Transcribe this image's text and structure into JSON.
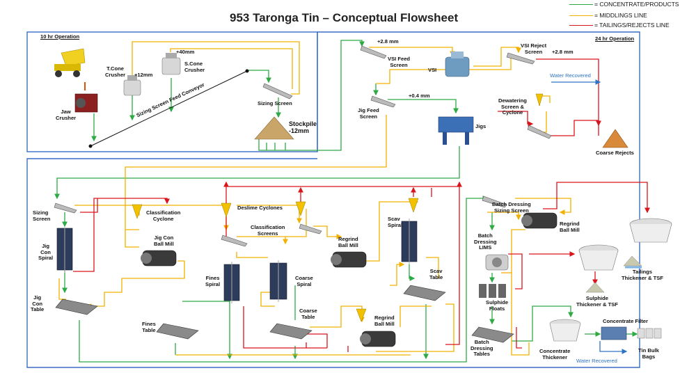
{
  "title": "953 Taronga Tin – Conceptual Flowsheet",
  "legend": [
    {
      "color": "#2eaa44",
      "label": "= CONCENTRATE/PRODUCTS LINE"
    },
    {
      "color": "#f2b100",
      "label": "= MIDDLINGS LINE"
    },
    {
      "color": "#d9141b",
      "label": "= TAILINGS/REJECTS LINE"
    }
  ],
  "sections": {
    "ten_hr": "10 hr Operation",
    "twenty_four_hr": "24 hr Operation"
  },
  "labels": {
    "tcone": "T.Cone\nCrusher",
    "p12": "+12mm",
    "scone": "S.Cone\nCrusher",
    "p40": "+40mm",
    "jaw": "Jaw\nCrusher",
    "conveyor": "Sizing Screen Feed Conveyor",
    "sizing_screen_top": "Sizing Screen",
    "stockpile": "Stockpile\n-12mm",
    "p28a": "+2.8 mm",
    "vsi_feed": "VSI Feed\nScreen",
    "vsi": "VSI",
    "vsi_reject": "VSI Reject\nScreen",
    "p28b": "+2.8 mm",
    "water1": "Water Recovered",
    "p04": "+0.4 mm",
    "jig_feed": "Jig Feed\nScreen",
    "dewatering": "Dewatering\nScreen &\nCyclone",
    "jigs": "Jigs",
    "coarse_rejects": "Coarse Rejects",
    "sizing_screen_left": "Sizing\nScreen",
    "class_cyclone": "Classification\nCyclone",
    "deslime": "Deslime Cyclones",
    "class_screens": "Classification\nScreens",
    "regrind1": "Regrind\nBall Mill",
    "scav_spiral": "Scav\nSpiral",
    "jig_con_spiral": "Jig\nCon\nSpiral",
    "jig_con_ball_mill": "Jig Con\nBall Mill",
    "fines_spiral": "Fines\nSpiral",
    "coarse_spiral": "Coarse\nSpiral",
    "scav_table": "Scav\nTable",
    "jig_con_table": "Jig\nCon\nTable",
    "fines_table": "Fines\nTable",
    "coarse_table": "Coarse\nTable",
    "regrind2": "Regrind\nBall Mill",
    "batch_sizing": "Batch Dressing\nSizing Screen",
    "regrind3": "Regrind\nBall Mill",
    "batch_lims": "Batch\nDressing\nLIMS",
    "sulphide_floats": "Sulphide\nFloats",
    "batch_tables": "Batch\nDressing\nTables",
    "tailings_thickener": "Tailings\nThickener & TSF",
    "sulphide_thickener": "Sulphide\nThickener & TSF",
    "concentrate_filter": "Concentrate Filter",
    "concentrate_thickener": "Concentrate\nThickener",
    "water2": "Water Recovered",
    "tin_bulk_bags": "Tin Bulk\nBags"
  }
}
